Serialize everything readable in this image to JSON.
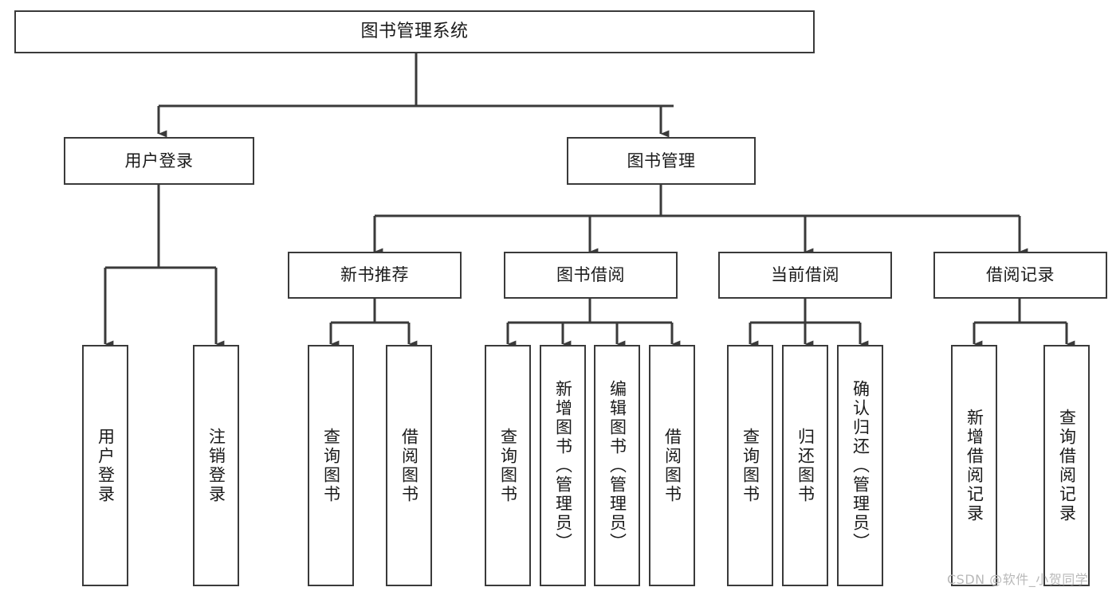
{
  "diagram": {
    "title": "图书管理系统",
    "type": "tree-hierarchy-chart",
    "stroke_color": "#3a3a3a",
    "fill_color": "#ffffff",
    "text_color": "#1a1a1a"
  },
  "watermark": {
    "text": "CSDN @软件_小贺同学",
    "color": "#b9b9b9"
  },
  "nodes": {
    "root": {
      "label": "图书管理系统"
    },
    "level2": [
      {
        "label": "用户登录"
      },
      {
        "label": "图书管理"
      }
    ],
    "level3": [
      {
        "label": "新书推荐"
      },
      {
        "label": "图书借阅"
      },
      {
        "label": "当前借阅"
      },
      {
        "label": "借阅记录"
      }
    ],
    "leaves": {
      "user_login": [
        {
          "label": "用户登录"
        },
        {
          "label": "注销登录"
        }
      ],
      "new_book_recommend": [
        {
          "label": "查询图书"
        },
        {
          "label": "借阅图书"
        }
      ],
      "book_borrow": [
        {
          "label": "查询图书"
        },
        {
          "label": "新增图书（管理员）"
        },
        {
          "label": "编辑图书（管理员）"
        },
        {
          "label": "借阅图书"
        }
      ],
      "current_borrow": [
        {
          "label": "查询图书"
        },
        {
          "label": "归还图书"
        },
        {
          "label": "确认归还（管理员）"
        }
      ],
      "borrow_record": [
        {
          "label": "新增借阅记录"
        },
        {
          "label": "查询借阅记录"
        }
      ]
    }
  }
}
